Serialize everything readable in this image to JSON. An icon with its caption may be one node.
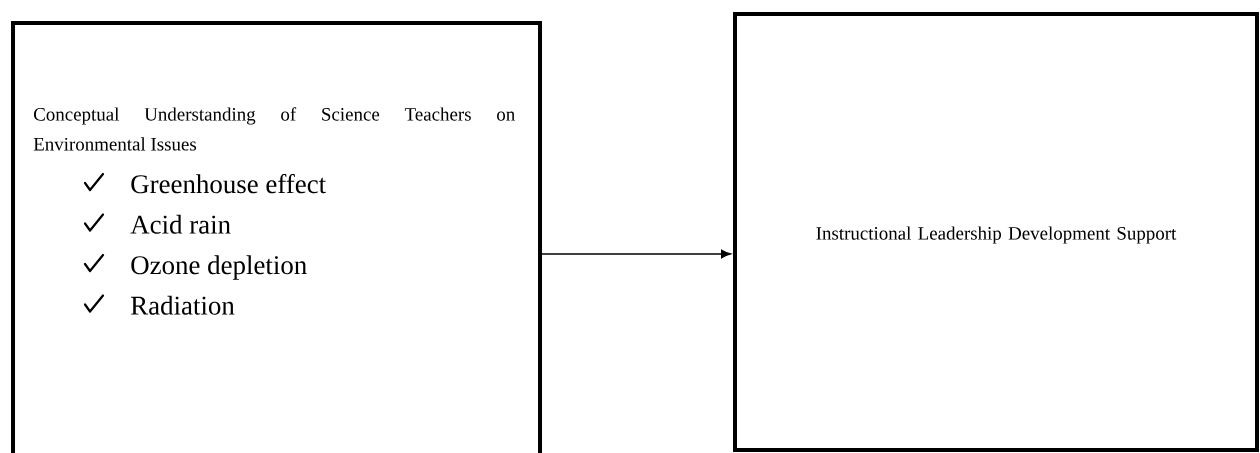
{
  "diagram": {
    "nodes": [
      {
        "text": [
          "Conceptual Understanding of Science Teachers on Environmental Issues",
          "Greenhouse effect",
          "Acid rain",
          "Ozone depletion",
          "Radiation"
        ]
      },
      {
        "text": [
          "Instructional Leadership Development Support"
        ]
      }
    ],
    "edges": [
      {
        "from": 0,
        "to": 1,
        "arrow": "to"
      }
    ]
  }
}
